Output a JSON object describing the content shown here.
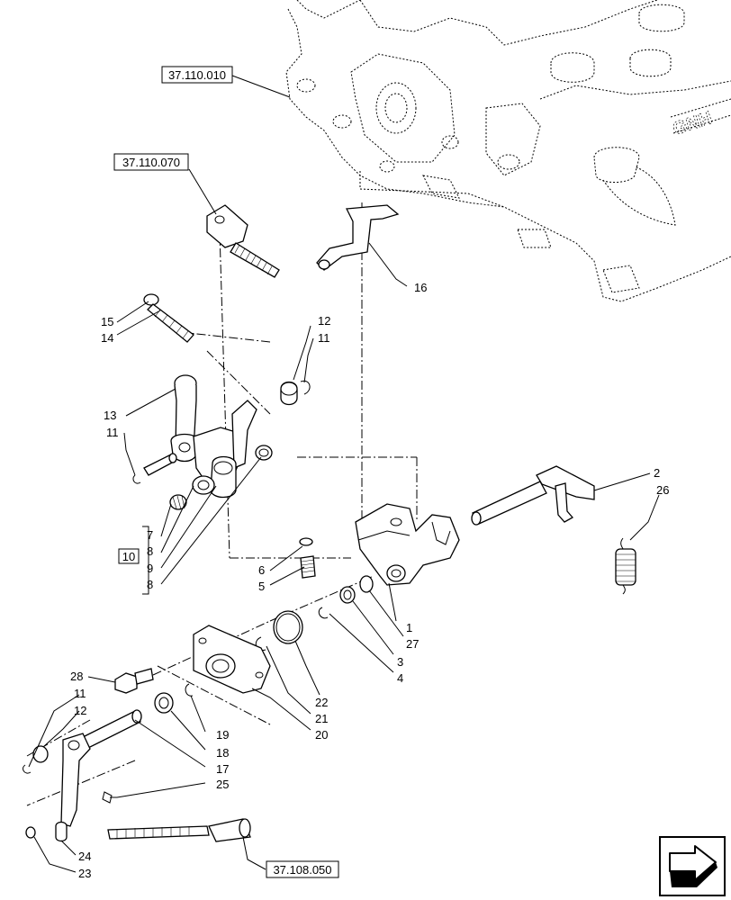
{
  "references": {
    "ref_1": "37.110.010",
    "ref_2": "37.110.070",
    "ref_3": "37.108.050"
  },
  "callouts": {
    "c1": "1",
    "c2": "2",
    "c3": "3",
    "c4": "4",
    "c5": "5",
    "c6": "6",
    "c7": "7",
    "c8a": "8",
    "c8b": "8",
    "c9": "9",
    "c10": "10",
    "c11a": "11",
    "c11b": "11",
    "c11c": "11",
    "c12a": "12",
    "c12b": "12",
    "c13": "13",
    "c14": "14",
    "c15": "15",
    "c16": "16",
    "c17": "17",
    "c18": "18",
    "c19": "19",
    "c20": "20",
    "c21": "21",
    "c22": "22",
    "c23": "23",
    "c24": "24",
    "c25": "25",
    "c26": "26",
    "c27": "27",
    "c28": "28"
  },
  "icons": {
    "nav": "next-page-arrow-icon"
  }
}
